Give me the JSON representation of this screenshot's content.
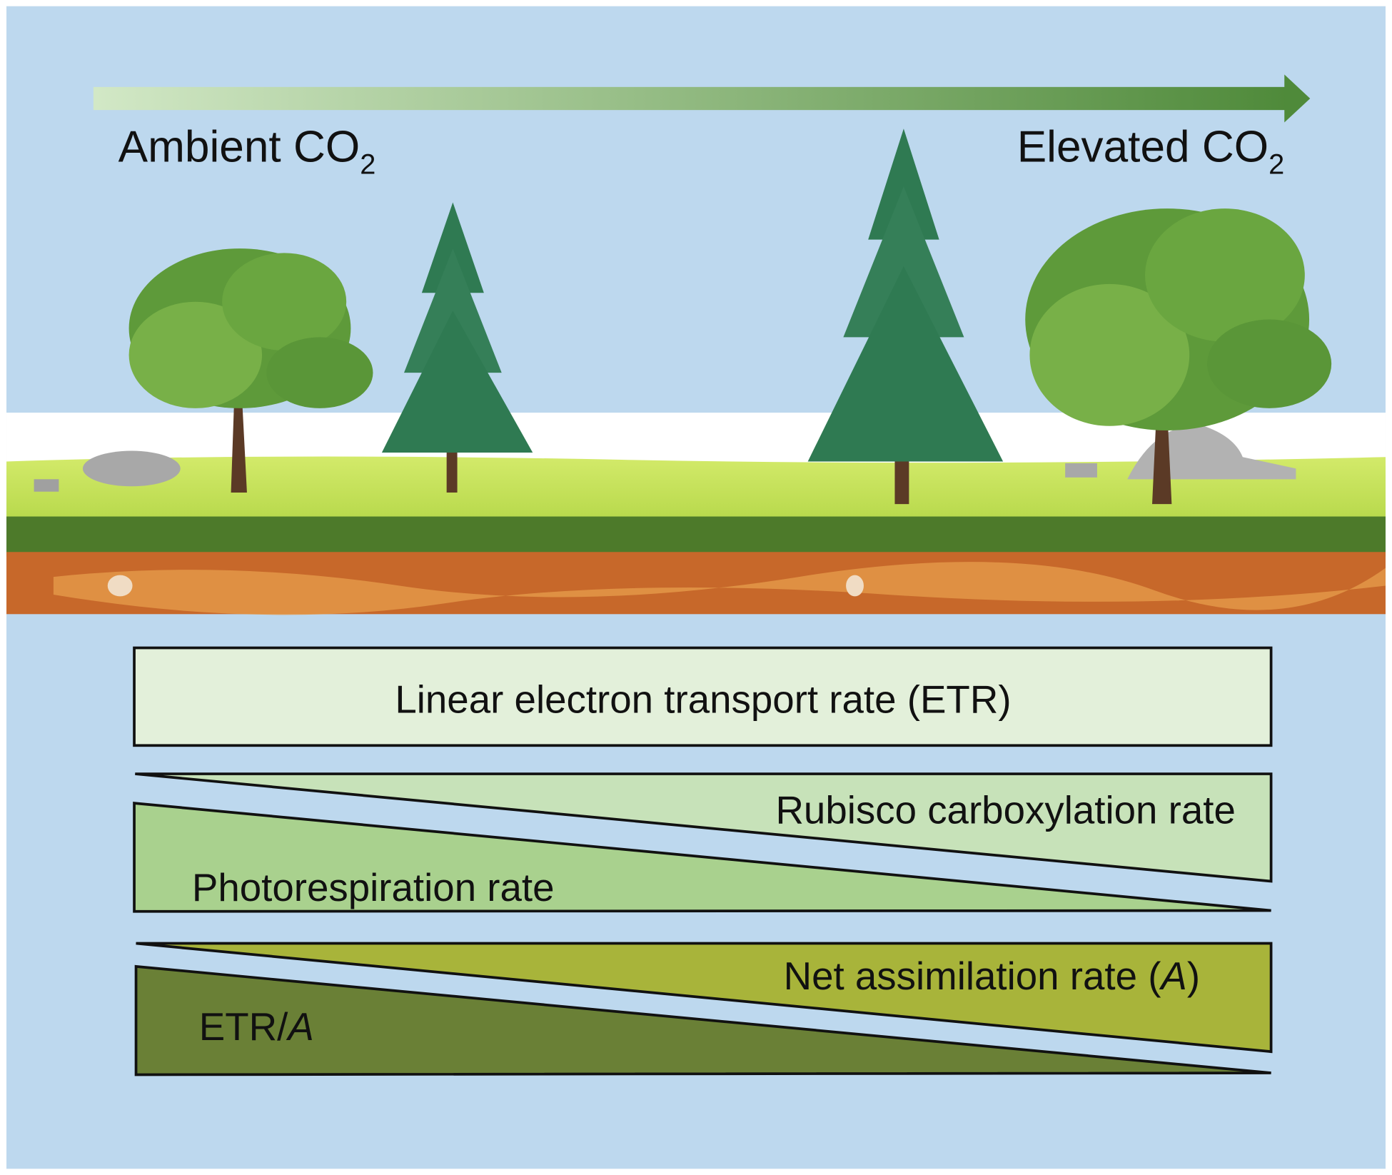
{
  "header": {
    "left_label": "Ambient CO",
    "left_sub": "2",
    "right_label": "Elevated CO",
    "right_sub": "2"
  },
  "bars": [
    {
      "label": "Linear electron transport rate (ETR)",
      "color": "#e3f0da",
      "trend": "constant"
    },
    {
      "label": "Rubisco carboxylation rate",
      "color": "#c7e2b9",
      "trend": "increasing"
    },
    {
      "label": "Photorespiration rate",
      "color": "#a9d18e",
      "trend": "decreasing"
    },
    {
      "label_main": "Net assimilation rate (",
      "label_italic": "A",
      "label_end": ")",
      "color": "#a8b43a",
      "trend": "increasing"
    },
    {
      "label_main": "ETR/",
      "label_italic": "A",
      "color": "#6a8036",
      "trend": "decreasing"
    }
  ],
  "colors": {
    "sky": "#bdd8ee",
    "arrow_start": "#d2e8c6",
    "arrow_end": "#4f8a3a"
  }
}
